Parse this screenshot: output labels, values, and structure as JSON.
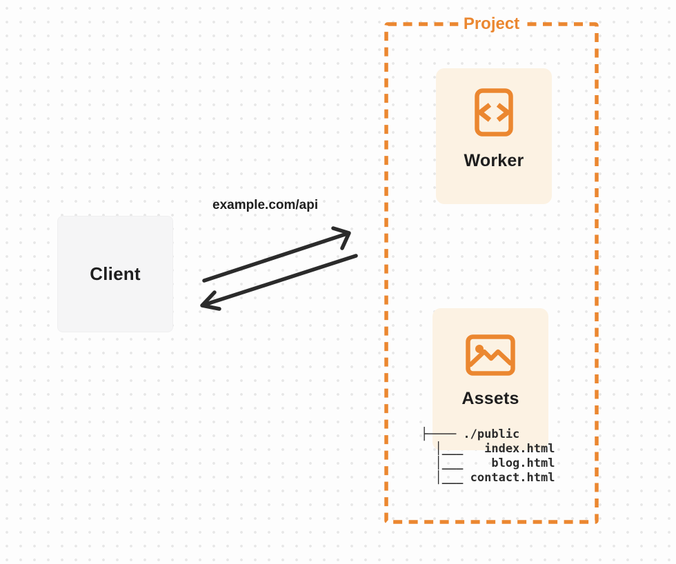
{
  "colors": {
    "accent_orange": "#EB8730",
    "card_cream": "#FCF2E3",
    "client_gray": "#F5F5F6",
    "arrow_dark": "#2B2B2B",
    "text_dark": "#1E1E1E",
    "page_background": "#FDFDFD",
    "dot_gray": "#E7E7E7"
  },
  "client": {
    "label": "Client"
  },
  "request": {
    "url_label": "example.com/api"
  },
  "project": {
    "title": "Project",
    "worker": {
      "label": "Worker",
      "icon": "code-icon"
    },
    "assets": {
      "label": "Assets",
      "icon": "image-icon"
    },
    "file_tree": {
      "lines": [
        "├──── ./public",
        "  │___   index.html",
        "  │___    blog.html",
        "  │___ contact.html"
      ]
    }
  }
}
